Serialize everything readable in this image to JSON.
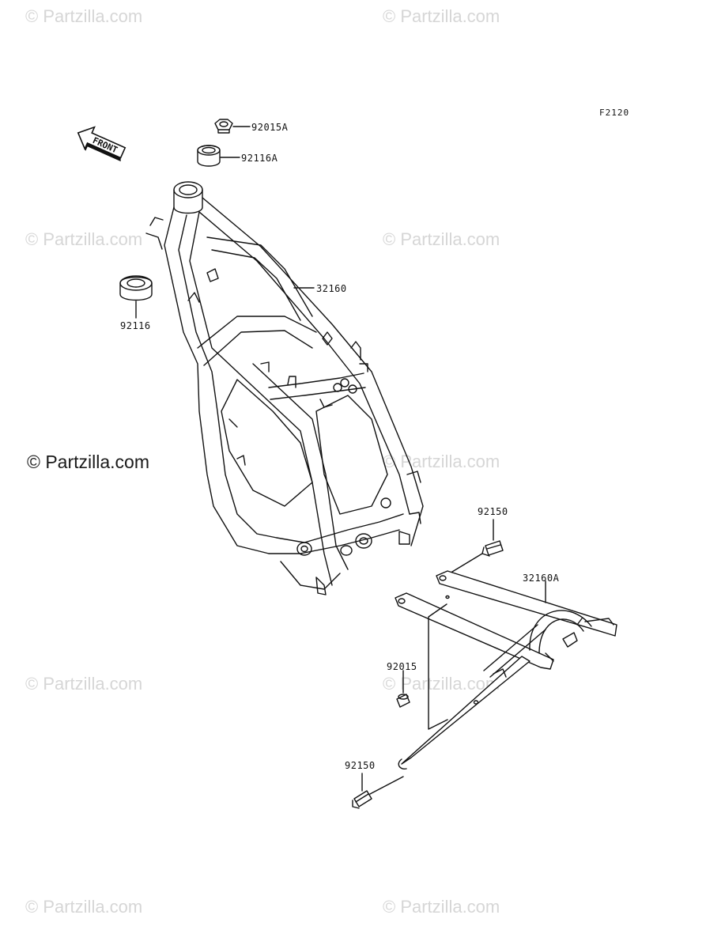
{
  "figure_code": "F2120",
  "watermark": {
    "text": "© Partzilla.com",
    "primary_text": "© Partzilla.com",
    "color": "#d6d6d6",
    "primary_color": "#1a1a1a"
  },
  "direction_marker": {
    "text": "FRONT",
    "icon": "front-arrow-icon"
  },
  "callouts": [
    {
      "id": "nut-top",
      "part_number": "92015A"
    },
    {
      "id": "bearing-top",
      "part_number": "92116A"
    },
    {
      "id": "frame",
      "part_number": "32160"
    },
    {
      "id": "bearing-left",
      "part_number": "92116"
    },
    {
      "id": "bolt-upper",
      "part_number": "92150"
    },
    {
      "id": "subframe",
      "part_number": "32160A"
    },
    {
      "id": "nut-lower",
      "part_number": "92015"
    },
    {
      "id": "bolt-lower",
      "part_number": "92150"
    }
  ],
  "colors": {
    "line": "#111111",
    "background": "#ffffff"
  }
}
